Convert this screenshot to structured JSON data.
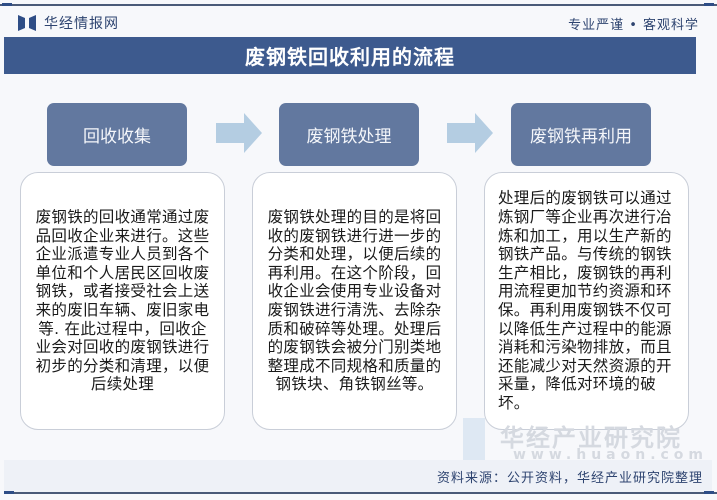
{
  "header": {
    "logo_text": "华经情报网",
    "slogan": "专业严谨 • 客观科学"
  },
  "title": "废钢铁回收利用的流程",
  "colors": {
    "title_bar": "#3d5a8e",
    "step_box": "#62789f",
    "arrow": "#b4cde2",
    "brand_text": "#2e4470"
  },
  "steps": [
    {
      "label": "回收收集",
      "description": "废钢铁的回收通常通过废品回收企业来进行。这些企业派遣专业人员到各个单位和个人居民区回收废钢铁，或者接受社会上送来的废旧车辆、废旧家电等. 在此过程中，回收企业会对回收的废钢铁进行初步的分类和清理，以便后续处理"
    },
    {
      "label": "废钢铁处理",
      "description": "废钢铁处理的目的是将回收的废钢铁进行进一步的分类和处理，以便后续的再利用。在这个阶段，回收企业会使用专业设备对废钢铁进行清洗、去除杂质和破碎等处理。处理后的废钢铁会被分门别类地整理成不同规格和质量的钢铁块、角铁钢丝等。"
    },
    {
      "label": "废钢铁再利用",
      "description": "处理后的废钢铁可以通过炼钢厂等企业再次进行冶炼和加工，用以生产新的钢铁产品。与传统的钢铁生产相比，废钢铁的再利用流程更加节约资源和环保。再利用废钢铁不仅可以降低生产过程中的能源消耗和污染物排放，而且还能减少对天然资源的开采量，降低对环境的破坏。"
    }
  ],
  "watermark": {
    "cn": "华经产业研究院",
    "en": "www.huaon.com"
  },
  "footer": {
    "source": "资料来源：公开资料，华经产业研究院整理"
  }
}
